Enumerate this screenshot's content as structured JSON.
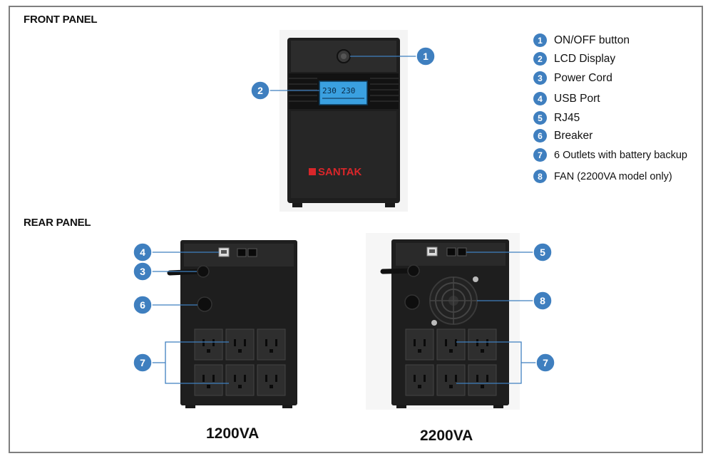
{
  "sections": {
    "front_title": "FRONT PANEL",
    "rear_title": "REAR PANEL"
  },
  "captions": {
    "model_small": "1200VA",
    "model_large": "2200VA"
  },
  "brand": "SANTAK",
  "lcd_text": "230 230",
  "legend": [
    {
      "num": "1",
      "label": "ON/OFF button"
    },
    {
      "num": "2",
      "label": "LCD Display"
    },
    {
      "num": "3",
      "label": "Power Cord"
    },
    {
      "num": "4",
      "label": "USB Port"
    },
    {
      "num": "5",
      "label": "RJ45"
    },
    {
      "num": "6",
      "label": "Breaker"
    },
    {
      "num": "7",
      "label": "6 Outlets with battery backup"
    },
    {
      "num": "8",
      "label": "FAN (2200VA model only)"
    }
  ],
  "callouts": {
    "c1": "1",
    "c2": "2",
    "c3": "3",
    "c4": "4",
    "c5": "5",
    "c6": "6",
    "c7a": "7",
    "c7b": "7",
    "c8": "8"
  },
  "colors": {
    "callout": "#3f7fbf",
    "brand_red": "#d8262a",
    "lcd_blue": "#3aa0e0",
    "frame_gray": "#7f7f7f"
  }
}
